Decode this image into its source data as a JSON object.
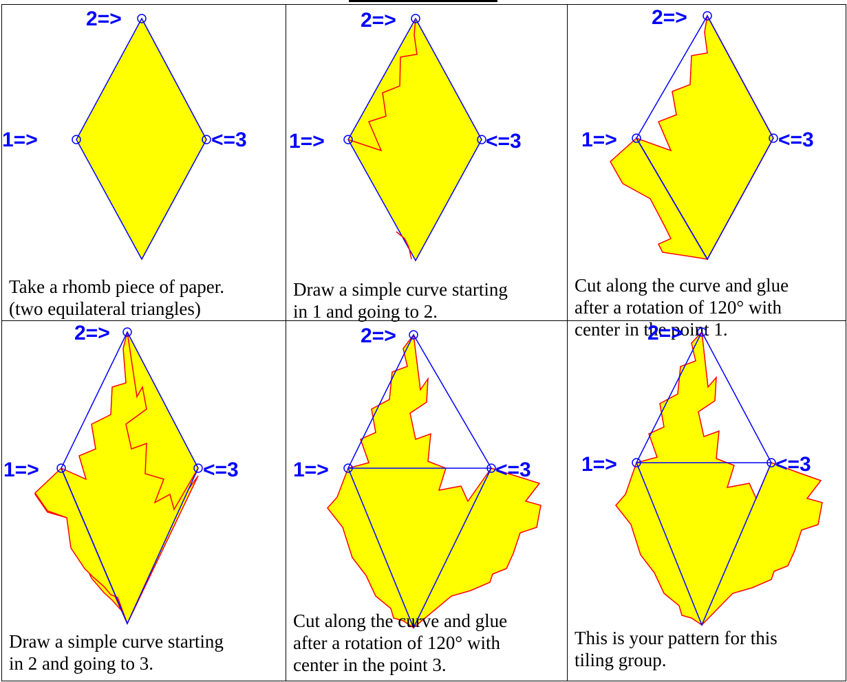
{
  "labels": {
    "p1": "1=>",
    "p2": "2=>",
    "p3": "<=3"
  },
  "colors": {
    "fill": "#ffff00",
    "outline": "#0000ff",
    "curve": "#ff0000",
    "text": "#000000"
  },
  "steps": [
    {
      "line1": " Take a rhomb piece of paper.",
      "line2": "(two equilateral  triangles)",
      "line3": ""
    },
    {
      "line1": "Draw a simple curve starting",
      "line2": "in 1 and going to 2.",
      "line3": ""
    },
    {
      "line1": " Cut along the curve and glue",
      "line2": "after a rotation of 120° with",
      "line3": "center in the point 1."
    },
    {
      "line1": "Draw a simple curve starting",
      "line2": "in 2 and going to  3.",
      "line3": ""
    },
    {
      "line1": "Cut along the curve and glue",
      "line2": "after a rotation of 120° with",
      "line3": "center in the point 3."
    },
    {
      "line1": "This is your pattern for this",
      "line2": "tiling group.",
      "line3": ""
    }
  ]
}
